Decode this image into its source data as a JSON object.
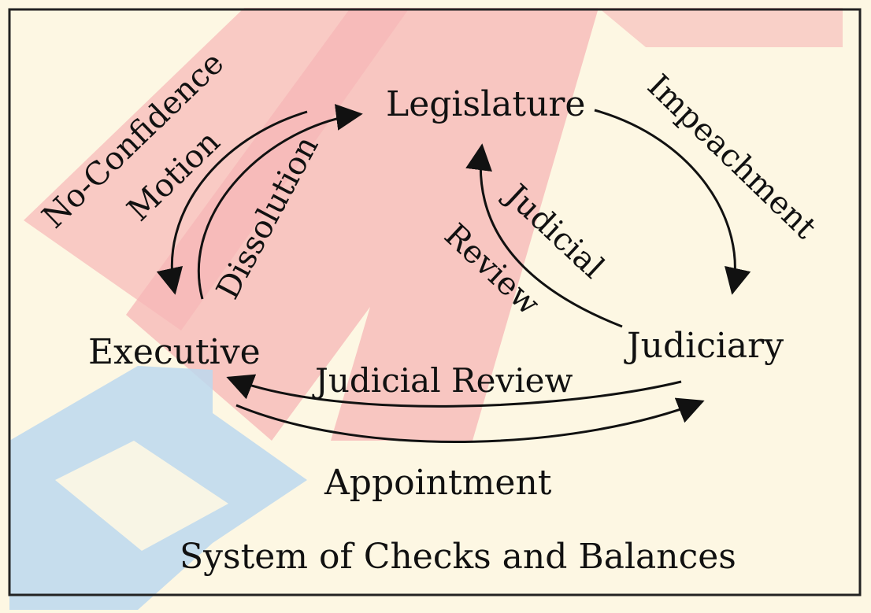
{
  "diagram": {
    "nodes": {
      "legislature": "Legislature",
      "executive": "Executive",
      "judiciary": "Judiciary"
    },
    "edges": {
      "no_confidence_line1": "No-Confidence",
      "no_confidence_line2": "Motion",
      "dissolution": "Dissolution",
      "impeachment": "Impeachment",
      "judicial_review_diag_line1": "Judicial",
      "judicial_review_diag_line2": "Review",
      "judicial_review_horiz": "Judicial Review",
      "appointment": "Appointment"
    },
    "caption": "System of Checks and Balances"
  },
  "watermark": {
    "colors": {
      "red": "#f6b6b6",
      "blue": "#bcd8ee"
    }
  }
}
